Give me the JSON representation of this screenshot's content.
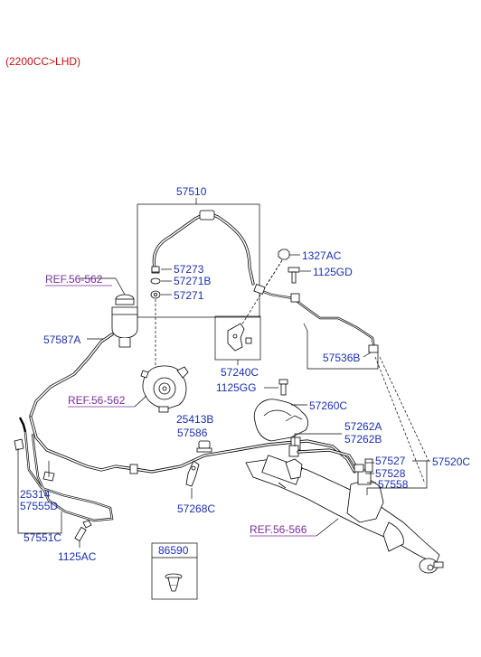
{
  "header": {
    "variant": "(2200CC>LHD)"
  },
  "labels": {
    "p57510": "57510",
    "p1327AC": "1327AC",
    "p1125GD": "1125GD",
    "p57273": "57273",
    "p57271B": "57271B",
    "p57271": "57271",
    "ref56562a": "REF.56-562",
    "p57587A": "57587A",
    "p57536B": "57536B",
    "p57240C": "57240C",
    "p1125GG": "1125GG",
    "p57260C": "57260C",
    "ref56562b": "REF.56-562",
    "p25413B": "25413B",
    "p57586": "57586",
    "p57262A": "57262A",
    "p57262B": "57262B",
    "p57527": "57527",
    "p57520C": "57520C",
    "p57528": "57528",
    "p57558": "57558",
    "p25314": "25314",
    "p57555D": "57555D",
    "p57268C": "57268C",
    "ref56566": "REF.56-566",
    "p57551C": "57551C",
    "p1125AC": "1125AC",
    "p86590": "86590"
  }
}
